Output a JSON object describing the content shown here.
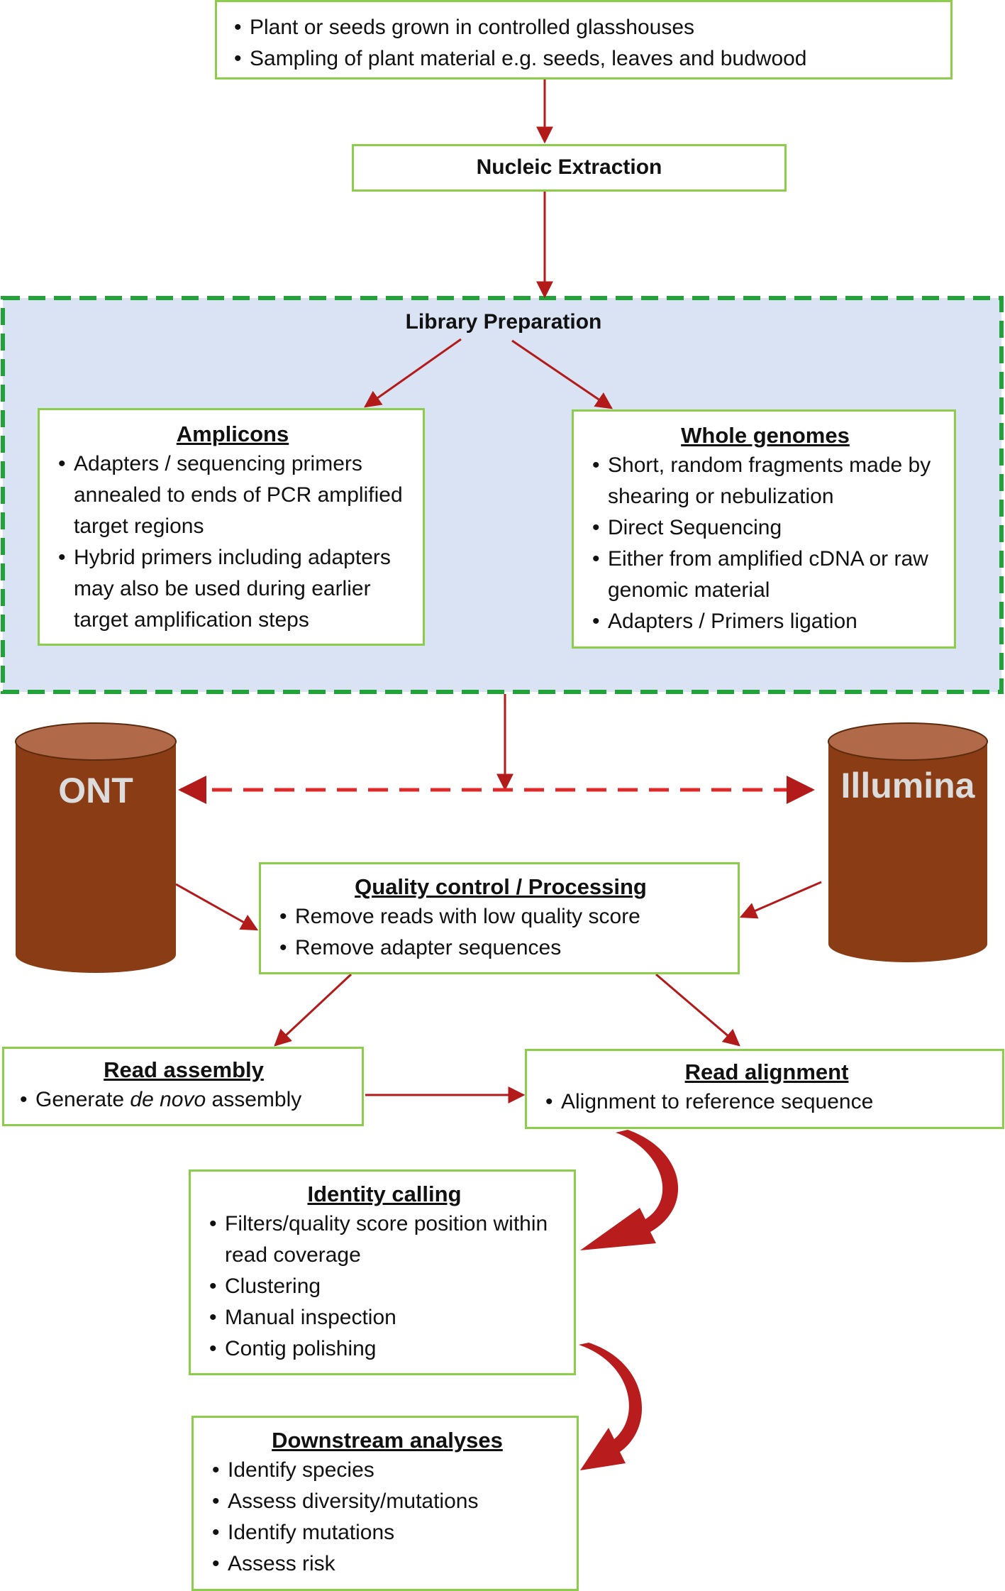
{
  "sampling": {
    "items": [
      "Plant or seeds grown in controlled glasshouses",
      "Sampling of plant material e.g. seeds, leaves and budwood"
    ]
  },
  "extraction": {
    "title": "Nucleic Extraction"
  },
  "library": {
    "title": "Library Preparation",
    "amplicons": {
      "title": "Amplicons",
      "items": [
        "Adapters / sequencing primers annealed to ends of PCR amplified target regions",
        "Hybrid primers including adapters may also be used during earlier target amplification steps"
      ]
    },
    "whole_genomes": {
      "title": "Whole genomes",
      "items": [
        "Short, random fragments made by shearing or nebulization",
        "Direct Sequencing",
        "Either from amplified cDNA or raw genomic material",
        "Adapters / Primers ligation"
      ]
    }
  },
  "platforms": {
    "left": "ONT",
    "right": "Illumina"
  },
  "qc": {
    "title": "Quality control / Processing",
    "items": [
      "Remove reads with low quality score",
      "Remove adapter sequences"
    ]
  },
  "assembly": {
    "title": "Read assembly",
    "item_prefix": "Generate ",
    "item_italic": "de novo",
    "item_suffix": " assembly"
  },
  "alignment": {
    "title": "Read alignment",
    "items": [
      "Alignment to reference sequence"
    ]
  },
  "identity": {
    "title": "Identity calling",
    "items": [
      "Filters/quality score position within read coverage",
      "Clustering",
      "Manual inspection",
      "Contig polishing"
    ]
  },
  "downstream": {
    "title": "Downstream analyses",
    "items": [
      "Identify species",
      "Assess diversity/mutations",
      "Identify mutations",
      "Assess risk"
    ]
  },
  "colors": {
    "box_border": "#8ccd4c",
    "library_fill": "#dae3f3",
    "library_border": "#22a33a",
    "arrow": "#b31a1a",
    "cylinder_body": "#8a3d14",
    "cylinder_top": "#b06a4a"
  }
}
